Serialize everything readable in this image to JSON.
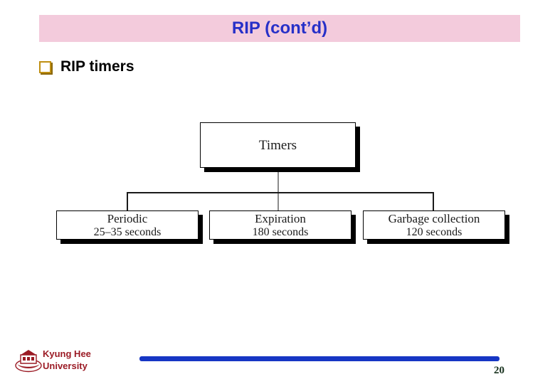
{
  "slide": {
    "title": "RIP (cont’d)",
    "title_color": "#2730c8",
    "banner_color": "#f3cbdc",
    "background_color": "#ffffff"
  },
  "bullet": {
    "marker": "hollow-square-bullet",
    "label": "RIP timers"
  },
  "diagram": {
    "type": "tree",
    "root": {
      "name": "timers-node",
      "line1": "Timers",
      "line2": ""
    },
    "children": [
      {
        "name": "periodic-node",
        "line1": "Periodic",
        "line2": "25–35 seconds"
      },
      {
        "name": "expiration-node",
        "line1": "Expiration",
        "line2": "180 seconds"
      },
      {
        "name": "garbage-collection-node",
        "line1": "Garbage collection",
        "line2": "120 seconds"
      }
    ]
  },
  "footer": {
    "logo": "kyung-hee-university-crest",
    "university_line1": "Kyung Hee",
    "university_line2": "University",
    "university_color": "#9b1b25",
    "rule_color": "#1636c4",
    "page_number": "20"
  }
}
